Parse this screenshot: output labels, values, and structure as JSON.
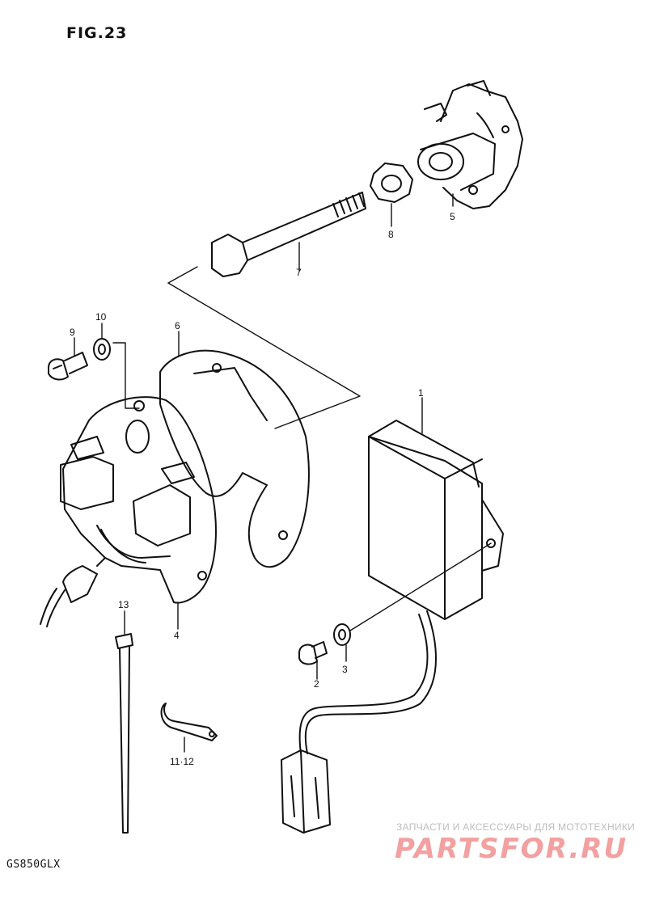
{
  "figure": {
    "title": "FIG.23",
    "model": "GS850GLX"
  },
  "callouts": [
    {
      "id": "1",
      "label": "1"
    },
    {
      "id": "2",
      "label": "2"
    },
    {
      "id": "3",
      "label": "3"
    },
    {
      "id": "4",
      "label": "4"
    },
    {
      "id": "5",
      "label": "5"
    },
    {
      "id": "6",
      "label": "6"
    },
    {
      "id": "7",
      "label": "7"
    },
    {
      "id": "8",
      "label": "8"
    },
    {
      "id": "9",
      "label": "9"
    },
    {
      "id": "10",
      "label": "10"
    },
    {
      "id": "11-12",
      "label": "11·12"
    },
    {
      "id": "13",
      "label": "13"
    }
  ],
  "watermark": {
    "tagline": "ЗАПЧАСТИ И АКСЕССУАРЫ ДЛЯ МОТОТЕХНИКИ",
    "logo": "PARTSFOR.RU"
  },
  "colors": {
    "ink": "#111111",
    "paper": "#ffffff",
    "watermark": "#f2a0a0"
  }
}
